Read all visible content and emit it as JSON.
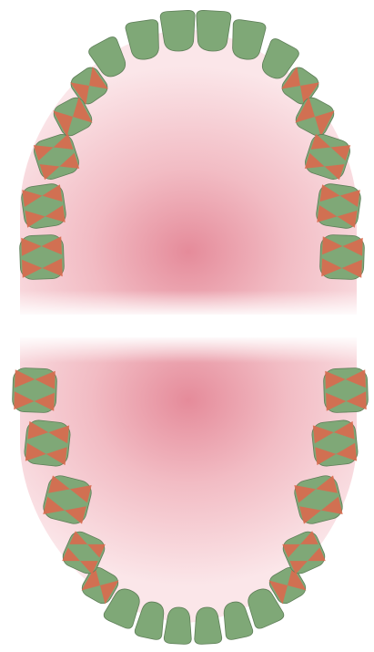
{
  "colors": {
    "background": "#ffffff",
    "gum": "#efb8c0",
    "gum_deep": "#e07a8c",
    "gum_highlight": "#fbe3e6",
    "tooth_green": "#7fa877",
    "tooth_red": "#d86b4f",
    "tooth_outline": "#5e7e58"
  },
  "icons": {
    "upper_arch": "dental-arch-upper-icon",
    "lower_arch": "dental-arch-lower-icon"
  },
  "upper_arch": {
    "incisors_and_canines": 6,
    "posterior_teeth_per_side": 5
  },
  "lower_arch": {
    "incisors_and_canines": 6,
    "posterior_teeth_per_side": 5
  },
  "highlighted_surfaces": "occlusal"
}
